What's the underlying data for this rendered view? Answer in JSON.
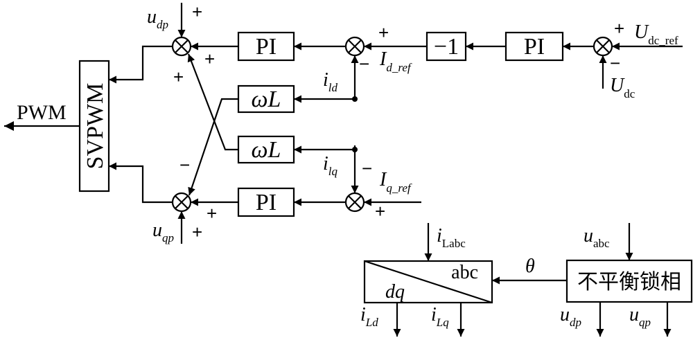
{
  "blocks": {
    "svpwm": "SVPWM",
    "pi_dc": "PI",
    "neg_one": "−1",
    "pi_d": "PI",
    "pi_q": "PI",
    "omega_l_d": "ωL",
    "omega_l_q": "ωL",
    "pll_cn": "不平衡锁相",
    "transform_abc": "abc",
    "transform_dq": "dq"
  },
  "signals": {
    "pwm": "PWM",
    "udp_top": {
      "main": "u",
      "sub": "dp"
    },
    "uqp_bottom": {
      "main": "u",
      "sub": "qp"
    },
    "udc_ref": {
      "main": "U",
      "sub": "dc_ref"
    },
    "udc": {
      "main": "U",
      "sub": "dc"
    },
    "id_ref": {
      "main": "I",
      "sub": "d_ref"
    },
    "iq_ref": {
      "main": "I",
      "sub": "q_ref"
    },
    "ild": {
      "main": "i",
      "sub": "ld"
    },
    "ilq": {
      "main": "i",
      "sub": "lq"
    },
    "ilabc": {
      "main": "i",
      "sub": "Labc"
    },
    "uabc": {
      "main": "u",
      "sub": "abc"
    },
    "theta": "θ",
    "iLd_out": {
      "main": "i",
      "sub": "Ld"
    },
    "iLq_out": {
      "main": "i",
      "sub": "Lq"
    },
    "udp_out": {
      "main": "u",
      "sub": "dp"
    },
    "uqp_out": {
      "main": "u",
      "sub": "qp"
    }
  },
  "signs": {
    "plus": "+",
    "minus": "−"
  }
}
